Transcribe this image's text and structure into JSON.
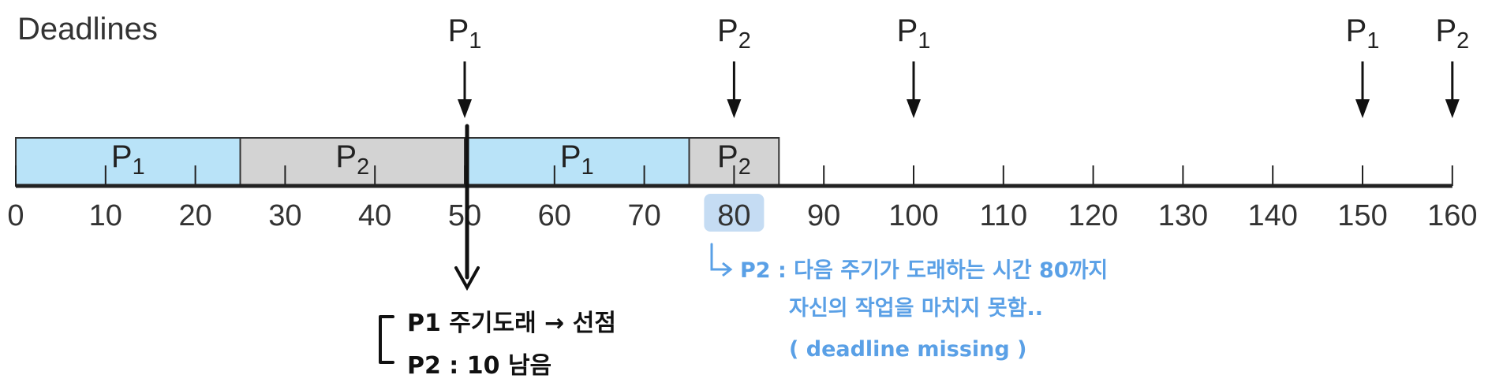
{
  "title": "Deadlines",
  "deadlines": [
    {
      "label": "P",
      "sub": "1",
      "time": 50
    },
    {
      "label": "P",
      "sub": "2",
      "time": 80
    },
    {
      "label": "P",
      "sub": "1",
      "time": 100
    },
    {
      "label": "P",
      "sub": "1",
      "time": 150
    },
    {
      "label": "P",
      "sub": "2",
      "time": 160
    }
  ],
  "segments": [
    {
      "label": "P",
      "sub": "1",
      "start": 0,
      "end": 25,
      "color": "#b9e3f8"
    },
    {
      "label": "P",
      "sub": "2",
      "start": 25,
      "end": 50,
      "color": "#d3d3d3"
    },
    {
      "label": "P",
      "sub": "1",
      "start": 50,
      "end": 75,
      "color": "#b9e3f8"
    },
    {
      "label": "P",
      "sub": "2",
      "start": 75,
      "end": 85,
      "color": "#d3d3d3"
    }
  ],
  "axis": {
    "min": 0,
    "max": 160,
    "ticks": [
      0,
      10,
      20,
      30,
      40,
      50,
      60,
      70,
      80,
      90,
      100,
      110,
      120,
      130,
      140,
      150,
      160
    ],
    "highlight_tick": 80,
    "highlight_color": "#c5dcf3"
  },
  "notes": {
    "black_line1": "P1 주기도래 → 선점",
    "black_line2": "P2 : 10 남음",
    "blue_line1": "P2 : 다음 주기가 도래하는 시간 80까지",
    "blue_line2": "자신의 작업을 마치지 못함..",
    "blue_line3": "( deadline missing )",
    "blue_color": "#5aa0e6"
  }
}
